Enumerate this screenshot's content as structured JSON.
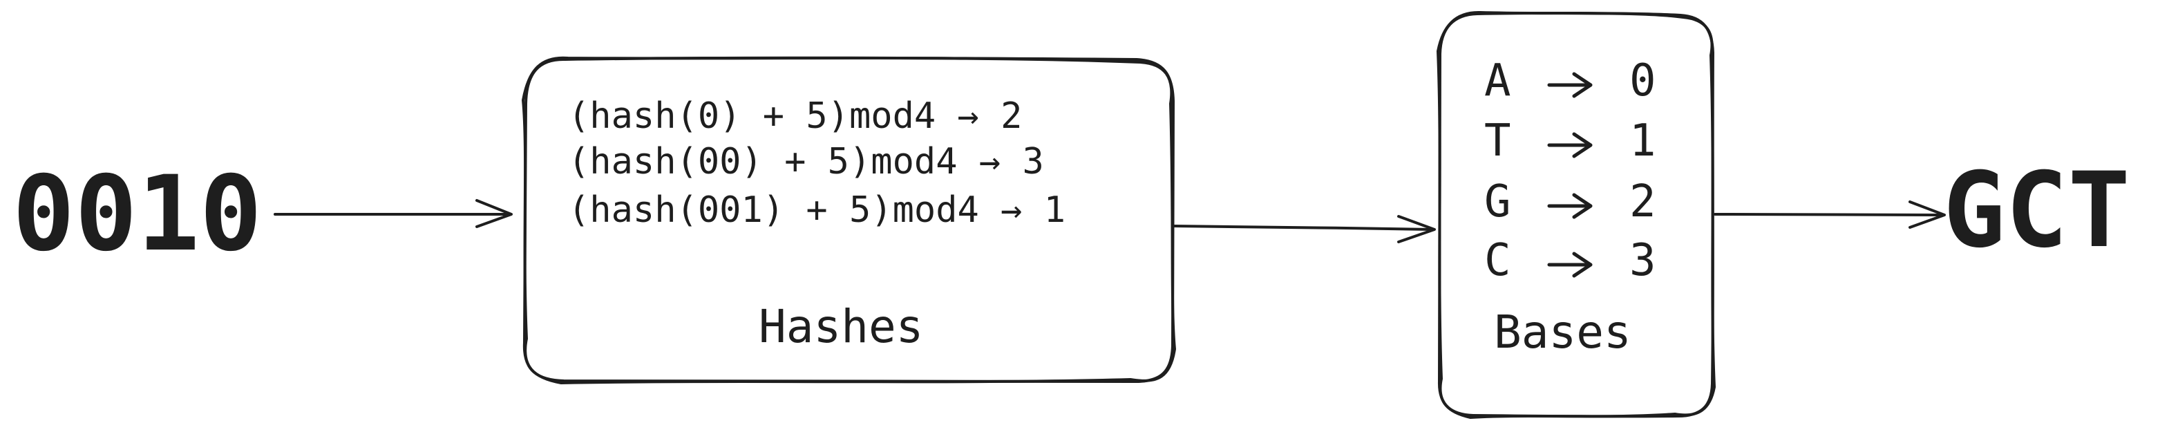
{
  "input": {
    "text": "0010"
  },
  "hashes_box": {
    "lines": [
      "(hash(0) + 5)mod4 → 2",
      "(hash(00) + 5)mod4 → 3",
      "(hash(001) + 5)mod4 → 1"
    ],
    "label": "Hashes"
  },
  "bases_box": {
    "rows": [
      {
        "base": "A",
        "value": "0"
      },
      {
        "base": "T",
        "value": "1"
      },
      {
        "base": "G",
        "value": "2"
      },
      {
        "base": "C",
        "value": "3"
      }
    ],
    "label": "Bases"
  },
  "output": {
    "text": "GCT"
  },
  "colors": {
    "stroke": "#1e1e1e",
    "background": "#ffffff"
  }
}
